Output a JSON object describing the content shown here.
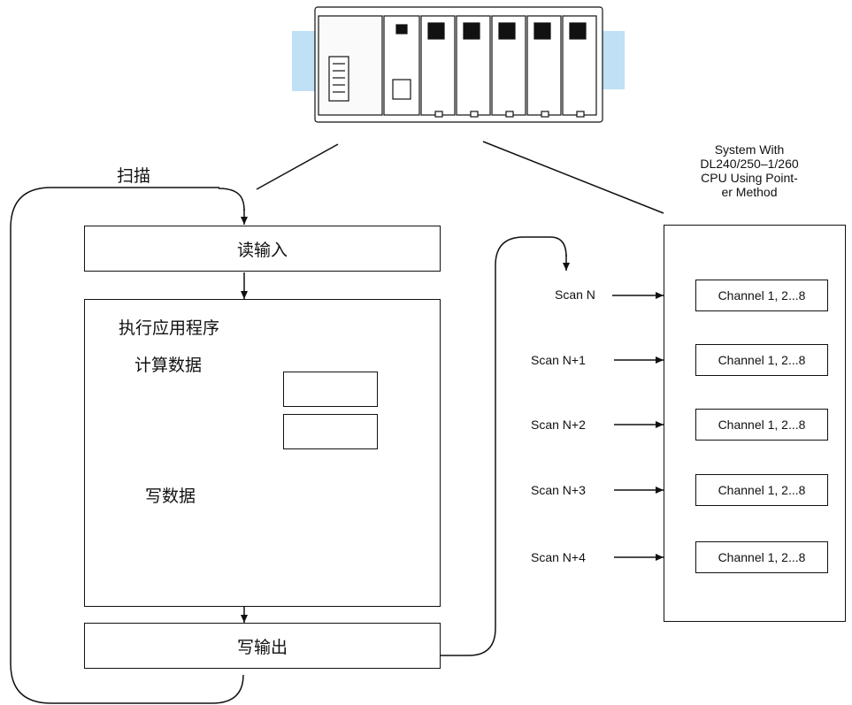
{
  "scan_label": "扫描",
  "read_inputs": "读输入",
  "program_title": "执行应用程序",
  "calc_data": "计算数据",
  "write_data": "写数据",
  "write_outputs": "写输出",
  "system_label": [
    "System With",
    "DL240/250–1/260",
    "CPU Using Point-",
    "er Method"
  ],
  "scans": [
    {
      "label": "Scan N",
      "channel": "Channel 1, 2...8"
    },
    {
      "label": "Scan N+1",
      "channel": "Channel 1, 2...8"
    },
    {
      "label": "Scan N+2",
      "channel": "Channel 1, 2...8"
    },
    {
      "label": "Scan N+3",
      "channel": "Channel 1, 2...8"
    },
    {
      "label": "Scan N+4",
      "channel": "Channel 1, 2...8"
    }
  ],
  "colors": {
    "line": "#111111",
    "plc_side": "#bfe0f5"
  }
}
